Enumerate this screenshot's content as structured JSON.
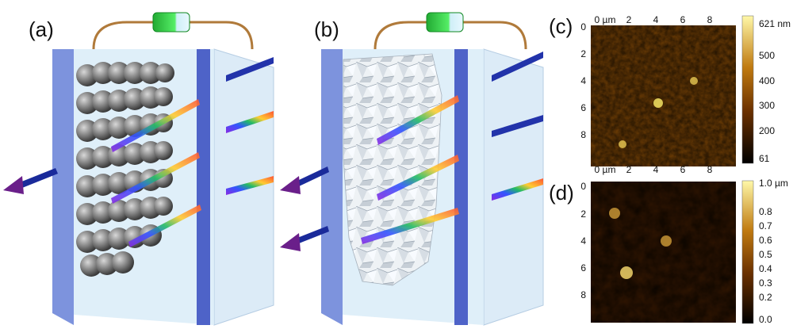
{
  "panels": {
    "a": {
      "label": "(a)"
    },
    "b": {
      "label": "(b)"
    },
    "c": {
      "label": "(c)",
      "x_ticks": [
        "0 µm",
        "2",
        "4",
        "6",
        "8"
      ],
      "y_ticks": [
        "0",
        "2",
        "4",
        "6",
        "8"
      ],
      "colorbar_ticks": [
        "621 nm",
        "500",
        "400",
        "300",
        "200",
        "61"
      ]
    },
    "d": {
      "label": "(d)",
      "x_ticks": [
        "0 µm",
        "2",
        "4",
        "6",
        "8"
      ],
      "y_ticks": [
        "0",
        "2",
        "4",
        "6",
        "8"
      ],
      "colorbar_ticks": [
        "1.0 µm",
        "0.8",
        "0.7",
        "0.6",
        "0.5",
        "0.4",
        "0.3",
        "0.2",
        "0.0"
      ]
    }
  },
  "colors": {
    "afm_dark": "#2a1200",
    "afm_mid": "#9a5a08",
    "afm_bright": "#ffe36a",
    "glass": "#cfe6f6",
    "electrode": "#4a5fc8",
    "wire": "#b07a3a",
    "diode": "#33cc44"
  }
}
